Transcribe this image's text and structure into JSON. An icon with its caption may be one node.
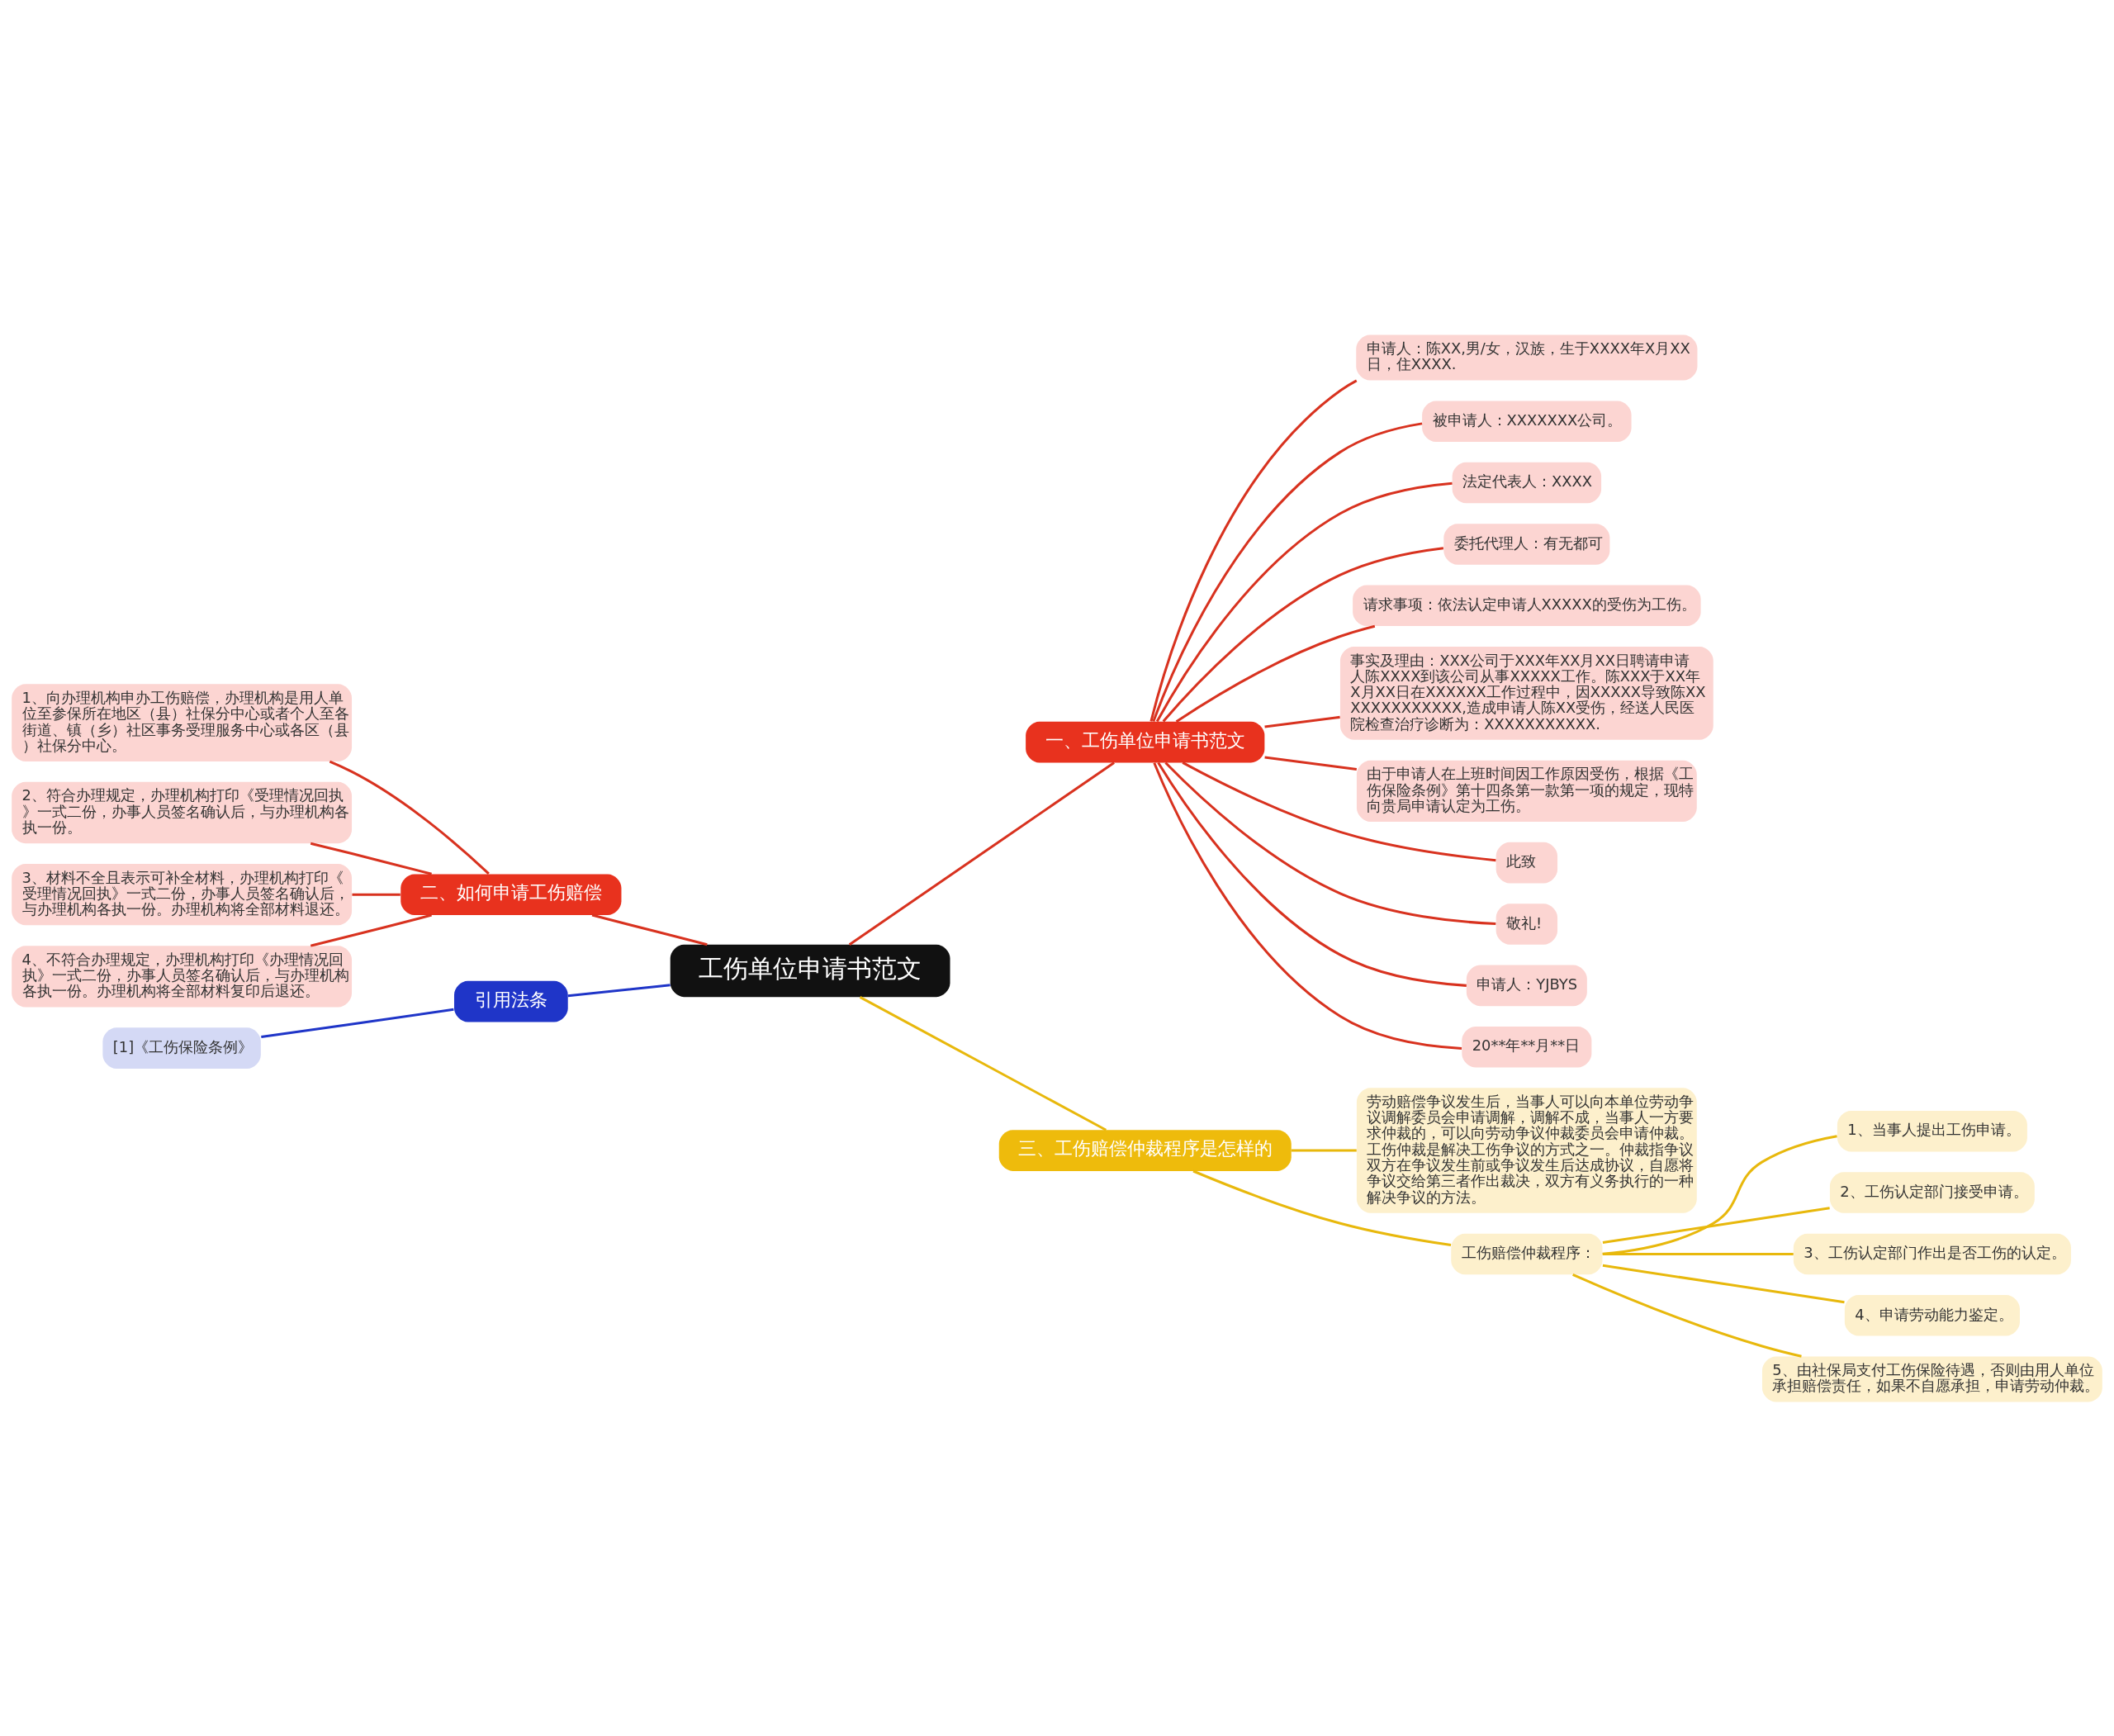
{
  "diagram": {
    "nodes": [
      {
        "text": [
          "工伤单位申请书范文"
        ]
      },
      {
        "text": [
          "一、工伤单位申请书范文"
        ]
      },
      {
        "text": [
          "申请人：陈XX,男/女，汉族，生于XXXX年X月XX日，住XXXX."
        ]
      },
      {
        "text": [
          "被申请人：XXXXXXX公司。"
        ]
      },
      {
        "text": [
          "法定代表人：XXXX"
        ]
      },
      {
        "text": [
          "委托代理人：有无都可"
        ]
      },
      {
        "text": [
          "请求事项：依法认定申请人XXXXX的受伤为工伤。"
        ]
      },
      {
        "text": [
          "事实及理由：XXX公司于XXX年XX月XX日聘请申请人陈XXXX到该公司从事XXXXX工作。陈XXX于XX年X月XX日在XXXXXX工作过程中，因XXXXX导致陈XXXXXXXXXXXXX,造成申请人陈XX受伤，经送人民医院检查治疗诊断为：XXXXXXXXXXX."
        ]
      },
      {
        "text": [
          "由于申请人在上班时间因工作原因受伤，根据《工伤保险条例》第十四条第一款第一项的规定，现特向贵局申请认定为工伤。"
        ]
      },
      {
        "text": [
          "此致"
        ]
      },
      {
        "text": [
          "敬礼!"
        ]
      },
      {
        "text": [
          "申请人：YJBYS"
        ]
      },
      {
        "text": [
          "20**年**月**日"
        ]
      },
      {
        "text": [
          "二、如何申请工伤赔偿"
        ]
      },
      {
        "text": [
          "1、向办理机构申办工伤赔偿，办理机构是用人单位至参保所在地区（县）社保分中心或者个人至各街道、镇（乡）社区事务受理服务中心或各区（县）社保分中心。"
        ]
      },
      {
        "text": [
          "2、符合办理规定，办理机构打印《受理情况回执》一式二份，办事人员签名确认后，与办理机构各执一份。"
        ]
      },
      {
        "text": [
          "3、材料不全且表示可补全材料，办理机构打印《受理情况回执》一式二份，办事人员签名确认后，与办理机构各执一份。办理机构将全部材料退还。"
        ]
      },
      {
        "text": [
          "4、不符合办理规定，办理机构打印《办理情况回执》一式二份，办事人员签名确认后，与办理机构各执一份。办理机构将全部材料复印后退还。"
        ]
      },
      {
        "text": [
          "引用法条"
        ]
      },
      {
        "text": [
          "[1]《工伤保险条例》"
        ]
      },
      {
        "text": [
          "三、工伤赔偿仲裁程序是怎样的"
        ]
      },
      {
        "text": [
          "劳动赔偿争议发生后，当事人可以向本单位劳动争议调解委员会申请调解，调解不成，当事人一方要求仲裁的，可以向劳动争议仲裁委员会申请仲裁。工伤仲裁是解决工伤争议的方式之一。仲裁指争议双方在争议发生前或争议发生后达成协议，自愿将争议交给第三者作出裁决，双方有义务执行的一种解决争议的方法。"
        ]
      },
      {
        "text": [
          "工伤赔偿仲裁程序："
        ]
      },
      {
        "text": [
          "1、当事人提出工伤申请。"
        ]
      },
      {
        "text": [
          "2、工伤认定部门接受申请。"
        ]
      },
      {
        "text": [
          "3、工伤认定部门作出是否工伤的认定。"
        ]
      },
      {
        "text": [
          "4、申请劳动能力鉴定。"
        ]
      },
      {
        "text": [
          "5、由社保局支付工伤保险待遇，否则由用人单位承担赔偿责任，如果不自愿承担，申请劳动仲裁。"
        ]
      }
    ],
    "edges": [
      {
        "from": 0,
        "to": 1,
        "arrow": "none"
      },
      {
        "from": 1,
        "to": 2,
        "arrow": "none"
      },
      {
        "from": 1,
        "to": 3,
        "arrow": "none"
      },
      {
        "from": 1,
        "to": 4,
        "arrow": "none"
      },
      {
        "from": 1,
        "to": 5,
        "arrow": "none"
      },
      {
        "from": 1,
        "to": 6,
        "arrow": "none"
      },
      {
        "from": 1,
        "to": 7,
        "arrow": "none"
      },
      {
        "from": 1,
        "to": 8,
        "arrow": "none"
      },
      {
        "from": 1,
        "to": 9,
        "arrow": "none"
      },
      {
        "from": 1,
        "to": 10,
        "arrow": "none"
      },
      {
        "from": 1,
        "to": 11,
        "arrow": "none"
      },
      {
        "from": 1,
        "to": 12,
        "arrow": "none"
      },
      {
        "from": 0,
        "to": 13,
        "arrow": "none"
      },
      {
        "from": 13,
        "to": 14,
        "arrow": "none"
      },
      {
        "from": 13,
        "to": 15,
        "arrow": "none"
      },
      {
        "from": 13,
        "to": 16,
        "arrow": "none"
      },
      {
        "from": 13,
        "to": 17,
        "arrow": "none"
      },
      {
        "from": 0,
        "to": 18,
        "arrow": "none",
        "color": "#1f35c8"
      },
      {
        "from": 18,
        "to": 19,
        "arrow": "none",
        "color": "#1f35c8"
      },
      {
        "from": 0,
        "to": 20,
        "arrow": "none",
        "color": "#e8b80c"
      },
      {
        "from": 20,
        "to": 21,
        "arrow": "none",
        "color": "#e8b80c"
      },
      {
        "from": 20,
        "to": 22,
        "arrow": "none",
        "color": "#e8b80c"
      },
      {
        "from": 22,
        "to": 23,
        "arrow": "none",
        "color": "#e8b80c"
      },
      {
        "from": 22,
        "to": 24,
        "arrow": "none",
        "color": "#e8b80c"
      },
      {
        "from": 22,
        "to": 25,
        "arrow": "none",
        "color": "#e8b80c"
      },
      {
        "from": 22,
        "to": 26,
        "arrow": "none",
        "color": "#e8b80c"
      },
      {
        "from": 22,
        "to": 27,
        "arrow": "none",
        "color": "#e8b80c"
      }
    ]
  }
}
